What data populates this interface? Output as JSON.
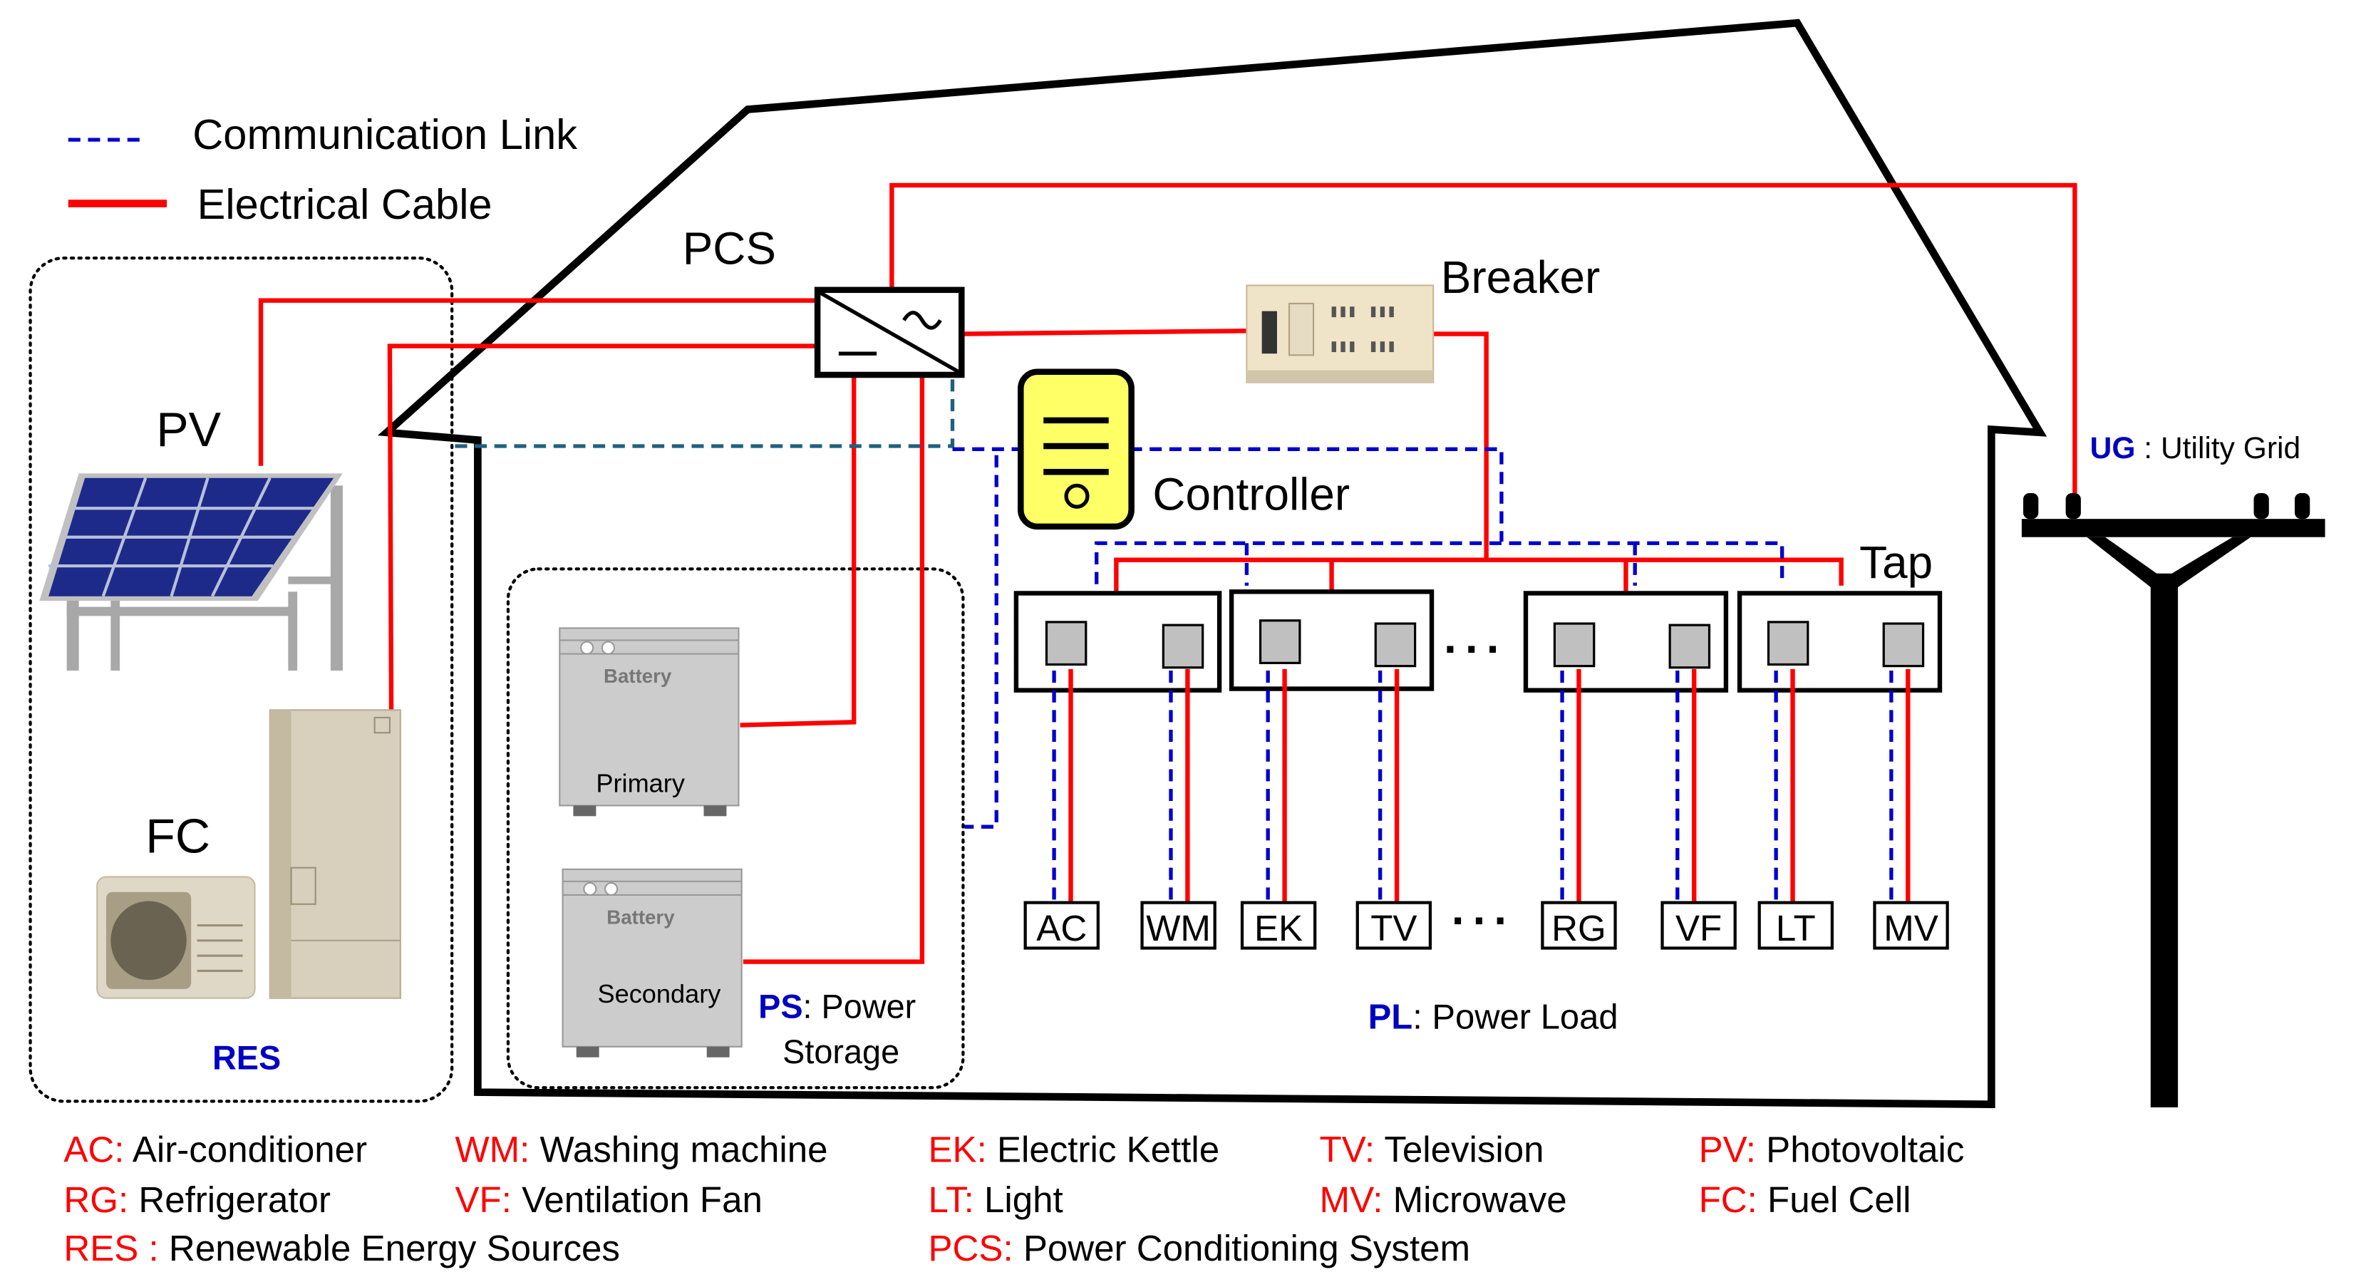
{
  "legend": {
    "communication_link": "Communication Link",
    "electrical_cable": "Electrical Cable"
  },
  "colors": {
    "electrical": "#ff0000",
    "communication": "#0000cc",
    "abbrev_blue": "#0000c0",
    "controller_fill": "#ffff66",
    "pv_panel": "#1e2a8a"
  },
  "components": {
    "pcs": "PCS",
    "breaker": "Breaker",
    "controller": "Controller",
    "tap": "Tap",
    "pv": "PV",
    "fc": "FC",
    "res": "RES",
    "battery_label": "Battery",
    "battery_primary": "Primary",
    "battery_secondary": "Secondary",
    "ps_abbr": "PS",
    "ps_text_1": ": Power",
    "ps_text_2": "Storage",
    "pl_abbr": "PL",
    "pl_text": ": Power Load",
    "ug_abbr": "UG",
    "ug_text": " : Utility Grid",
    "ellipsis": "···"
  },
  "loads": [
    "AC",
    "WM",
    "EK",
    "TV",
    "RG",
    "VF",
    "LT",
    "MV"
  ],
  "abbreviations": [
    {
      "abbr": "AC:",
      "text": " Air-conditioner"
    },
    {
      "abbr": "WM:",
      "text": " Washing machine"
    },
    {
      "abbr": "EK:",
      "text": " Electric Kettle"
    },
    {
      "abbr": "TV:",
      "text": " Television"
    },
    {
      "abbr": "PV:",
      "text": " Photovoltaic"
    },
    {
      "abbr": "RG:",
      "text": " Refrigerator"
    },
    {
      "abbr": "VF:",
      "text": " Ventilation Fan"
    },
    {
      "abbr": "LT:",
      "text": " Light"
    },
    {
      "abbr": "MV:",
      "text": " Microwave"
    },
    {
      "abbr": "FC:",
      "text": " Fuel Cell"
    },
    {
      "abbr": "RES :",
      "text": "  Renewable Energy Sources"
    },
    {
      "abbr": "PCS:",
      "text": " Power Conditioning System"
    }
  ]
}
